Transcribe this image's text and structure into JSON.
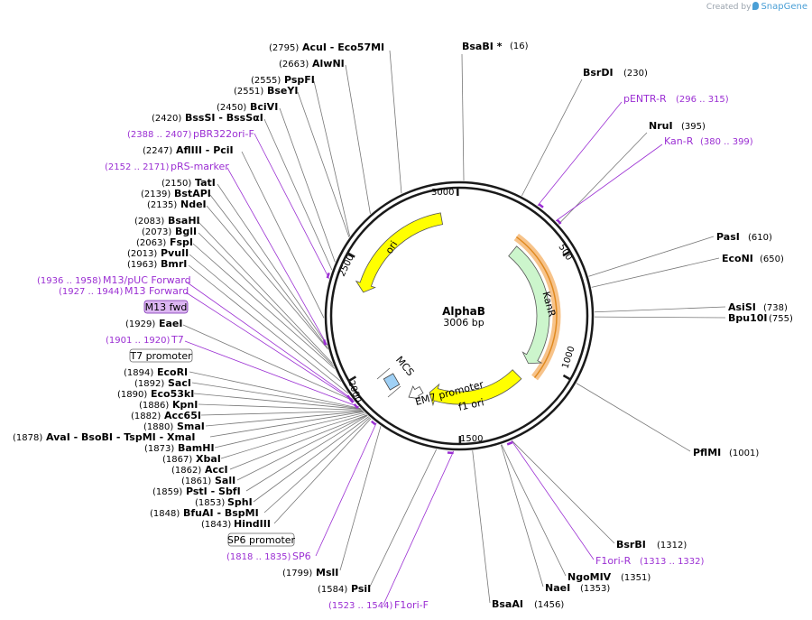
{
  "credit": {
    "prefix": "Created by",
    "brand": "SnapGene"
  },
  "plasmid": {
    "name": "AlphaB",
    "size_label": "3006 bp",
    "length": 3006
  },
  "ticks": [
    "500",
    "1000",
    "1500",
    "2000",
    "2500",
    "3000"
  ],
  "features": [
    {
      "label": "ori",
      "color": "#ffff00"
    },
    {
      "label": "KanR",
      "color": "#ccf5cc"
    },
    {
      "label": "f1 ori",
      "color": "#ffff00"
    },
    {
      "label": "EM7 promoter",
      "color": "#ffffff"
    },
    {
      "label": "MCS",
      "color": "#9fd0f5"
    }
  ],
  "sites": [
    {
      "name": "BsaBI",
      "suffix": "*",
      "pos": "(16)"
    },
    {
      "name": "BsrDI",
      "pos": "(230)"
    },
    {
      "name": "NruI",
      "pos": "(395)"
    },
    {
      "name": "PasI",
      "pos": "(610)"
    },
    {
      "name": "EcoNI",
      "pos": "(650)"
    },
    {
      "name": "AsiSI",
      "pos": "(738)"
    },
    {
      "name": "Bpu10I",
      "pos": "(755)"
    },
    {
      "name": "PflMI",
      "pos": "(1001)"
    },
    {
      "name": "BsrBI",
      "pos": "(1312)"
    },
    {
      "name": "NgoMIV",
      "pos": "(1351)"
    },
    {
      "name": "NaeI",
      "pos": "(1353)"
    },
    {
      "name": "BsaAI",
      "pos": "(1456)"
    },
    {
      "name": "PsiI",
      "pos": "(1584)"
    },
    {
      "name": "MslI",
      "pos": "(1799)"
    },
    {
      "name": "HindIII",
      "pos": "(1843)"
    },
    {
      "name": "BfuAI",
      "extra": "BspMI",
      "pos": "(1848)"
    },
    {
      "name": "SphI",
      "pos": "(1853)"
    },
    {
      "name": "PstI",
      "extra": "SbfI",
      "pos": "(1859)"
    },
    {
      "name": "SalI",
      "pos": "(1861)"
    },
    {
      "name": "AccI",
      "pos": "(1862)"
    },
    {
      "name": "XbaI",
      "pos": "(1867)"
    },
    {
      "name": "BamHI",
      "pos": "(1873)"
    },
    {
      "name": "AvaI",
      "extra": "BsoBI",
      "extra2": "TspMI",
      "extra3": "XmaI",
      "pos": "(1878)"
    },
    {
      "name": "SmaI",
      "pos": "(1880)"
    },
    {
      "name": "Acc65I",
      "pos": "(1882)"
    },
    {
      "name": "KpnI",
      "pos": "(1886)"
    },
    {
      "name": "Eco53kI",
      "pos": "(1890)"
    },
    {
      "name": "SacI",
      "pos": "(1892)"
    },
    {
      "name": "EcoRI",
      "pos": "(1894)"
    },
    {
      "name": "EaeI",
      "pos": "(1929)"
    },
    {
      "name": "BmrI",
      "pos": "(1963)"
    },
    {
      "name": "PvuII",
      "pos": "(2013)"
    },
    {
      "name": "FspI",
      "pos": "(2063)"
    },
    {
      "name": "BglI",
      "pos": "(2073)"
    },
    {
      "name": "BsaHI",
      "pos": "(2083)"
    },
    {
      "name": "NdeI",
      "pos": "(2135)"
    },
    {
      "name": "BstAPI",
      "pos": "(2139)"
    },
    {
      "name": "TatI",
      "pos": "(2150)"
    },
    {
      "name": "AflIII",
      "extra": "PciI",
      "pos": "(2247)"
    },
    {
      "name": "BssSI",
      "extra": "BssSαI",
      "pos": "(2420)"
    },
    {
      "name": "BciVI",
      "pos": "(2450)"
    },
    {
      "name": "BseYI",
      "pos": "(2551)"
    },
    {
      "name": "PspFI",
      "pos": "(2555)"
    },
    {
      "name": "AlwNI",
      "pos": "(2663)"
    },
    {
      "name": "AcuI",
      "extra": "Eco57MI",
      "pos": "(2795)"
    }
  ],
  "primers": [
    {
      "name": "pENTR-R",
      "range": "(296 .. 315)"
    },
    {
      "name": "Kan-R",
      "range": "(380 .. 399)"
    },
    {
      "name": "F1ori-R",
      "range": "(1313 .. 1332)"
    },
    {
      "name": "F1ori-F",
      "range": "(1523 .. 1544)"
    },
    {
      "name": "SP6",
      "range": "(1818 .. 1835)"
    },
    {
      "name": "T7",
      "range": "(1901 .. 1920)"
    },
    {
      "name": "M13 Forward",
      "range": "(1927 .. 1944)"
    },
    {
      "name": "M13/pUC Forward",
      "range": "(1936 .. 1958)"
    },
    {
      "name": "pRS-marker",
      "range": "(2152 .. 2171)"
    },
    {
      "name": "pBR322ori-F",
      "range": "(2388 .. 2407)"
    }
  ],
  "boxed_features": [
    {
      "name": "SP6 promoter"
    },
    {
      "name": "T7 promoter"
    },
    {
      "name": "M13 fwd"
    }
  ]
}
